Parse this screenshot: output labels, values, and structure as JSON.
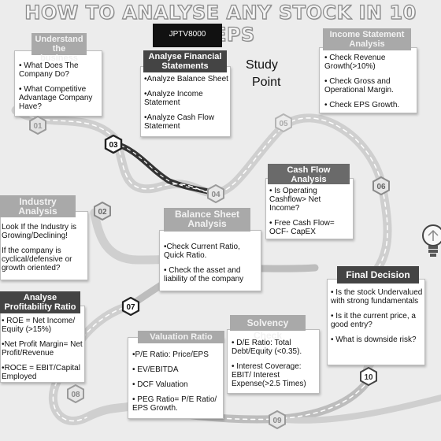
{
  "title": "HOW TO ANALYSE ANY STOCK IN 10 STEPS",
  "brand": "JPTV8000",
  "study_point": [
    "Study",
    "Point"
  ],
  "steps": {
    "understand": {
      "title": "Understand the business",
      "items": [
        "• What Does The Company Do?",
        "• What Competitive Advantage Company Have?"
      ]
    },
    "financial": {
      "title": "Analyse Financial Statements",
      "items": [
        "•Analyze Balance Sheet",
        "•Analyze Income Statement",
        "•Analyze Cash Flow Statement"
      ]
    },
    "income": {
      "title": "Income Statement Analysis",
      "items": [
        "• Check Revenue Growth(>10%)",
        "• Check Gross and Operational Margin.",
        "• Check EPS Growth."
      ]
    },
    "industry": {
      "title": "Industry Analysis",
      "items": [
        "Look If the Industry is Growing/Declining!",
        "If the company is cyclical/defensive or growth oriented?"
      ]
    },
    "cashflow": {
      "title": "Cash Flow Analysis",
      "items": [
        "• Is Operating Cashflow> Net Income?",
        "• Free Cash Flow= OCF- CapEX"
      ]
    },
    "balance": {
      "title": "Balance Sheet Analysis",
      "items": [
        "•Check Current Ratio, Quick Ratio.",
        "• Check the asset and liability of the company"
      ]
    },
    "profitability": {
      "title": "Analyse Profitability Ratio",
      "items": [
        "• ROE = Net Income/ Equity (>15%)",
        "•Net Profit Margin= Net Profit/Revenue",
        "•ROCE = EBIT/Capital Employed"
      ]
    },
    "valuation": {
      "title": "Valuation Ratio",
      "items": [
        "•P/E Ratio: Price/EPS",
        "• EV/EBITDA",
        "• DCF Valuation",
        "• PEG Ratio= P/E Ratio/ EPS Growth."
      ]
    },
    "solvency": {
      "title": "Solvency Check",
      "items": [
        "• D/E Ratio: Total Debt/Equity (<0.35).",
        "• Interest Coverage: EBIT/ Interest Expense(>2.5 Times)"
      ]
    },
    "final": {
      "title": "Final Decision",
      "items": [
        "• Is the stock Undervalued with strong fundamentals",
        "• Is it the current price, a good entry?",
        "• What is downside risk?"
      ]
    }
  },
  "badges": [
    "01",
    "02",
    "03",
    "04",
    "05",
    "06",
    "07",
    "08",
    "09",
    "10"
  ],
  "icons": {
    "bulb": "lightbulb-icon",
    "badge": "hexagon-icon"
  }
}
